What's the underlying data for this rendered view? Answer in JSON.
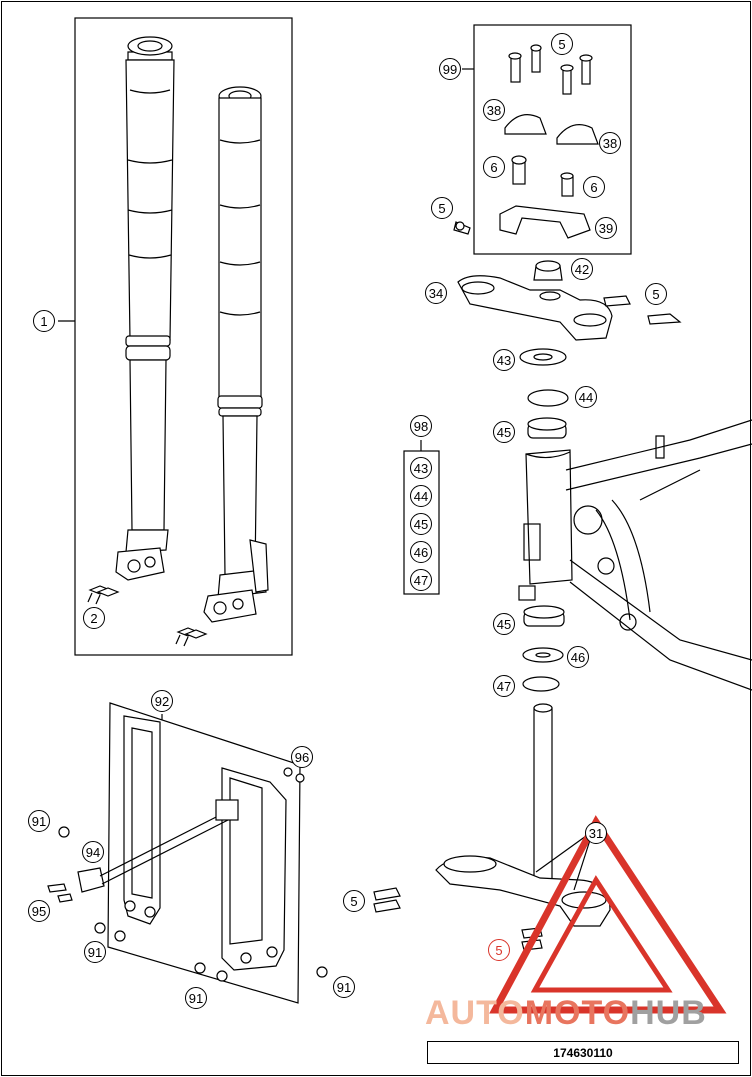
{
  "callouts": {
    "c1": "1",
    "c2": "2",
    "c5a": "5",
    "c99": "99",
    "c38a": "38",
    "c38b": "38",
    "c6a": "6",
    "c6b": "6",
    "c5b": "5",
    "c39": "39",
    "c42": "42",
    "c34": "34",
    "c5c": "5",
    "c43": "43",
    "c44": "44",
    "c98": "98",
    "c45": "45",
    "k43": "43",
    "k44": "44",
    "k45": "45",
    "k46": "46",
    "k47": "47",
    "c45b": "45",
    "c46": "46",
    "c47": "47",
    "c92": "92",
    "c96": "96",
    "c91a": "91",
    "c94": "94",
    "c95": "95",
    "c91b": "91",
    "c91c": "91",
    "c91d": "91",
    "c5d": "5",
    "c31": "31",
    "c5e": "5"
  },
  "footer": {
    "code": "174630110"
  },
  "watermark": {
    "part1": "AUTO",
    "part2": "MOTO",
    "part3": "HUB"
  },
  "colors": {
    "watermark_red": "#d9342a",
    "watermark_peach": "#f4b89c",
    "watermark_gray": "#a0a0a0"
  }
}
